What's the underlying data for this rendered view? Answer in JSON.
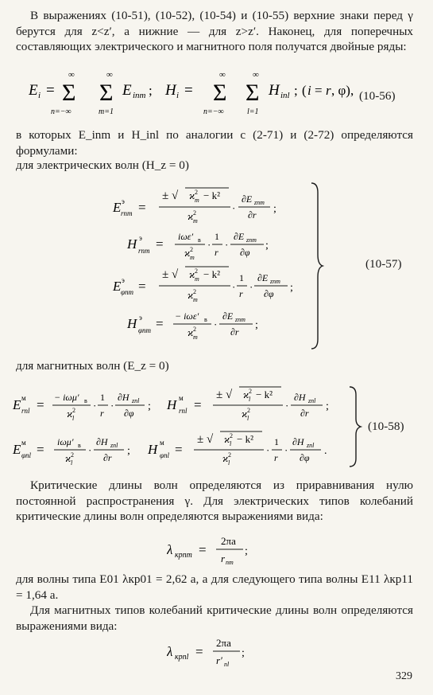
{
  "paragraph_1": "В выражениях (10-51), (10-52), (10-54) и (10-55) верхние знаки перед γ берутся для z<z′, а нижние — для z>z′. Наконец, для поперечных составляющих электрического и магнитного поля получатся двойные ряды:",
  "eq_10_56": "E_i = Σ_{n=−∞}^{∞} Σ_{m=1}^{∞} E_{inm};  H_i = Σ_{n=−∞}^{∞} Σ_{l=1}^{∞} H_{inl};  (i = r, φ),",
  "eq_10_56_number": "(10-56)",
  "paragraph_2": "в которых E_inm и H_inl по аналогии с (2-71) и (2-72) определяются формулами:",
  "electric_waves_label": "для электрических волн (H_z = 0)",
  "eq_10_57_number": "(10-57)",
  "magnetic_waves_label": "для магнитных волн (E_z = 0)",
  "eq_10_58_number": "(10-58)",
  "paragraph_3": "Критические длины волн определяются из приравнивания нулю постоянной распространения γ. Для электрических типов колебаний критические длины волн определяются выражениями вида:",
  "eq_lambda_e": "λ_крnm = 2πa / r_nm;",
  "paragraph_4": "для волны типа E01 λкр01 = 2,62 a, а для следующего типа волны E11 λкр11 = 1,64 a.",
  "paragraph_5": "Для магнитных типов колебаний критические длины волн определяются выражениями вида:",
  "eq_lambda_m": "λ_крnl = 2πa / r′_nl;",
  "page_number": "329"
}
